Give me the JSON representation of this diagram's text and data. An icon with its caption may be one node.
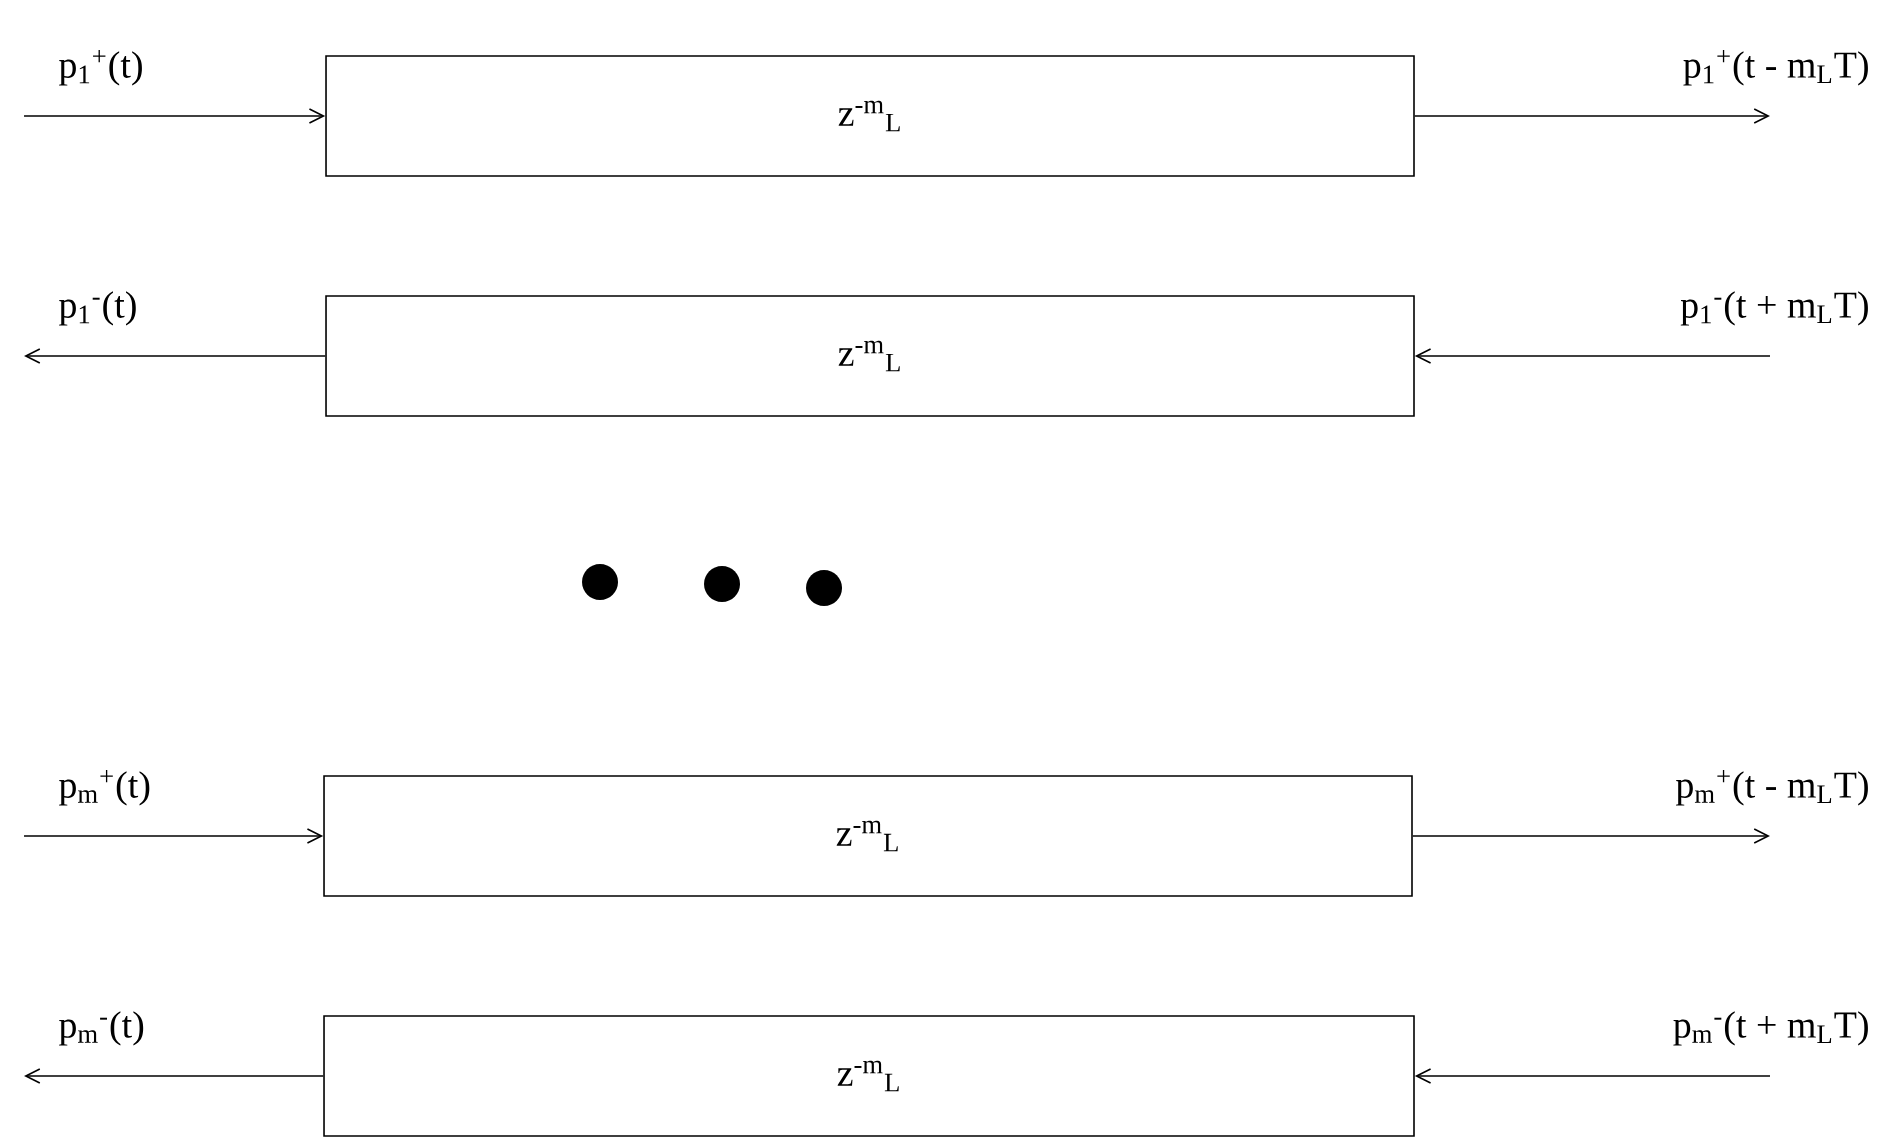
{
  "diagram": {
    "nodes": [
      {
        "text": [
          "z$^{-m}$$_{L}$"
        ]
      },
      {
        "text": [
          "z$^{-m}$$_{L}$"
        ]
      },
      {
        "text": [
          "z$^{-m}$$_{L}$"
        ]
      },
      {
        "text": [
          "z$^{-m}$$_{L}$"
        ]
      }
    ],
    "edges": [
      {
        "from": null,
        "to": 0,
        "arrow": "to",
        "label": "p$_{1}$$^{+}$(t)"
      },
      {
        "from": 0,
        "to": null,
        "arrow": "to",
        "label": "p$_{1}$$^{+}$(t - m$_{L}$T)"
      },
      {
        "from": 1,
        "to": null,
        "arrow": "to",
        "label": "p$_{1}$$^{-}$(t)"
      },
      {
        "from": null,
        "to": 1,
        "arrow": "to",
        "label": "p$_{1}$$^{-}$(t + m$_{L}$T)"
      },
      {
        "from": null,
        "to": 2,
        "arrow": "to",
        "label": "p$_{m}$$^{+}$(t)"
      },
      {
        "from": 2,
        "to": null,
        "arrow": "to",
        "label": "p$_{m}$$^{+}$(t - m$_{L}$T)"
      },
      {
        "from": 3,
        "to": null,
        "arrow": "to",
        "label": "p$_{m}$$^{-}$(t)"
      },
      {
        "from": null,
        "to": 3,
        "arrow": "to",
        "label": "p$_{m}$$^{-}$(t + m$_{L}$T)"
      }
    ]
  }
}
